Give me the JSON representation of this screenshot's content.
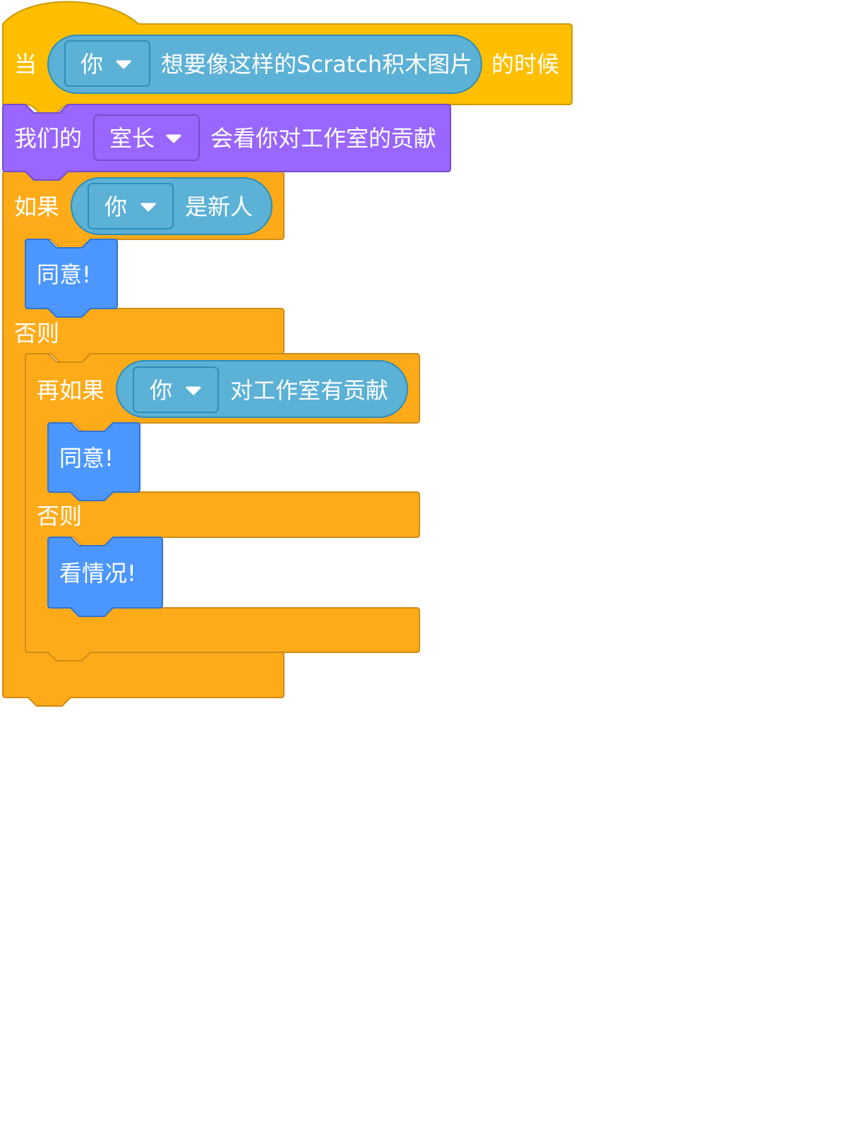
{
  "colors": {
    "event": "#FFBF00",
    "event_stroke": "#CC9900",
    "control": "#FFAB19",
    "control_stroke": "#CF8B17",
    "looks": "#9966FF",
    "looks_stroke": "#774DCB",
    "sensing": "#5CB1D6",
    "sensing_stroke": "#2E8EB8",
    "motion": "#4C97FF",
    "motion_stroke": "#3373CC"
  },
  "script": {
    "hat": {
      "prefix": "当",
      "reporter": {
        "dropdown": "你",
        "text": "想要像这样的Scratch积木图片"
      },
      "suffix": "的时候"
    },
    "looks_block": {
      "prefix": "我们的",
      "dropdown": "室长",
      "suffix": "会看你对工作室的贡献"
    },
    "outer_if": {
      "if_label": "如果",
      "condition": {
        "dropdown": "你",
        "text": "是新人"
      },
      "then_block": "同意!",
      "else_label": "否则"
    },
    "inner_if": {
      "if_label": "再如果",
      "condition": {
        "dropdown": "你",
        "text": "对工作室有贡献"
      },
      "then_block": "同意!",
      "else_label": "否则",
      "else_block": "看情况!"
    }
  }
}
